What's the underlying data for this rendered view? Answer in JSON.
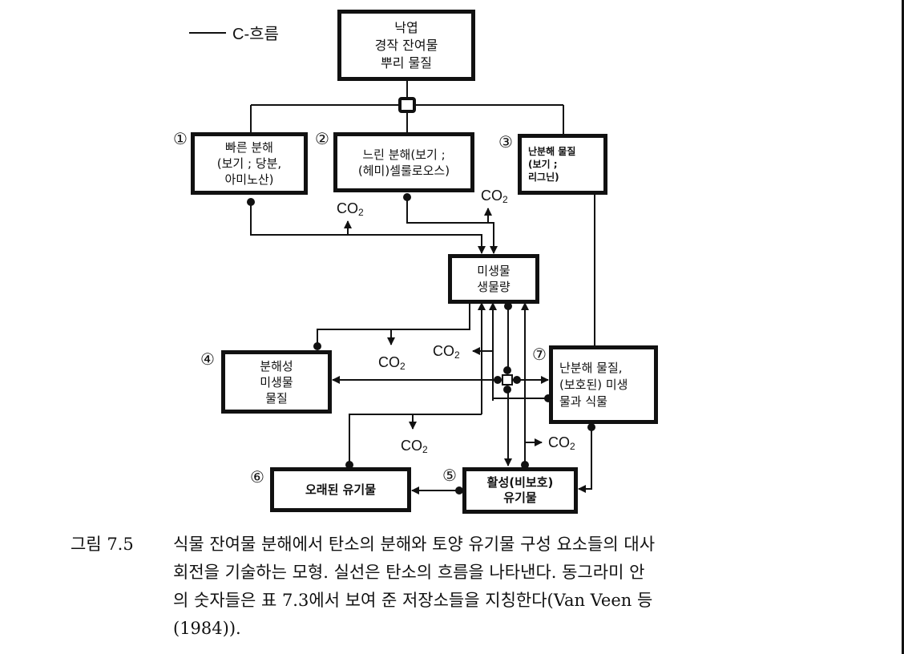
{
  "legend": {
    "label": "C-흐름"
  },
  "source_box": {
    "lines": [
      "낙엽",
      "경작 잔여물",
      "뿌리 물질"
    ]
  },
  "pools": [
    {
      "number": "①",
      "lines": [
        "빠른 분해",
        "(보기 ; 당분,",
        "아미노산)"
      ]
    },
    {
      "number": "②",
      "lines": [
        "느린 분해(보기 ;",
        "(헤미)셀룰로오스)"
      ]
    },
    {
      "number": "③",
      "lines": [
        "난분해 물질",
        "(보기 ;",
        "리그닌)"
      ]
    },
    {
      "number": "④",
      "lines": [
        "분해성",
        "미생물",
        "물질"
      ]
    },
    {
      "number": "⑤",
      "lines": [
        "활성(비보호)",
        "유기물"
      ]
    },
    {
      "number": "⑥",
      "lines": [
        "오래된 유기물"
      ]
    },
    {
      "number": "⑦",
      "lines": [
        "난분해 물질,",
        "(보호된) 미생",
        "물과 식물"
      ]
    }
  ],
  "biomass_box": {
    "lines": [
      "미생물",
      "생물량"
    ]
  },
  "co2_labels": {
    "base": "CO",
    "sub": "2"
  },
  "caption": {
    "label": "그림 7.5",
    "lines": [
      "식물 잔여물 분해에서 탄소의 분해와 토양 유기물 구성 요소들의 대사",
      "회전을 기술하는 모형. 실선은 탄소의 흐름을 나타낸다. 동그라미 안",
      "의 숫자들은 표 7.3에서 보여 준 저장소들을 지칭한다(Van Veen 등",
      "(1984))."
    ]
  }
}
